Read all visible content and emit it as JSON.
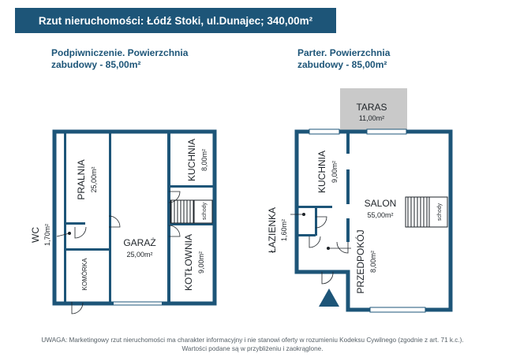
{
  "header": {
    "title": "Rzut nieruchomości: Łódź Stoki, ul.Dunajec; 340,00m²"
  },
  "basement": {
    "heading_line1": "Podpiwniczenie. Powierzchnia",
    "heading_line2": "zabudowy - 85,00m²",
    "rooms": {
      "pralnia": {
        "name": "PRALNIA",
        "area": "25,00m²"
      },
      "kuchnia": {
        "name": "KUCHNIA",
        "area": "8,00m²"
      },
      "schody": {
        "name": "schody"
      },
      "wc": {
        "name": "WC",
        "area": "1,70m²"
      },
      "garaz": {
        "name": "GARAŻ",
        "area": "25,00m²"
      },
      "kotlownia": {
        "name": "KOTŁOWNIA",
        "area": "9,00m²"
      },
      "komorka": {
        "name": "KOMÓRKA"
      }
    }
  },
  "ground_floor": {
    "heading_line1": "Parter. Powierzchnia",
    "heading_line2": "zabudowy - 85,00m²",
    "rooms": {
      "taras": {
        "name": "TARAS",
        "area": "11,00m²"
      },
      "kuchnia": {
        "name": "KUCHNIA",
        "area": "9,00m²"
      },
      "salon": {
        "name": "SALON",
        "area": "55,00m²"
      },
      "schody": {
        "name": "schody"
      },
      "lazienka": {
        "name": "ŁAZIENKA",
        "area": "1,60m²"
      },
      "przedpokoj": {
        "name": "PRZEDPOKÓJ",
        "area": "8,00m²"
      }
    }
  },
  "disclaimer": {
    "line1": "UWAGA: Marketingowy rzut nieruchomości ma charakter informacyjny i nie stanowi oferty w rozumieniu Kodeksu Cywilnego (zgodnie z art. 71 k.c.).",
    "line2": "Wartości podane są w przybliżeniu i zaokrąglone."
  },
  "colors": {
    "walls": "#1d5578",
    "terrace": "#c9c9c9",
    "text": "#1e2328"
  }
}
